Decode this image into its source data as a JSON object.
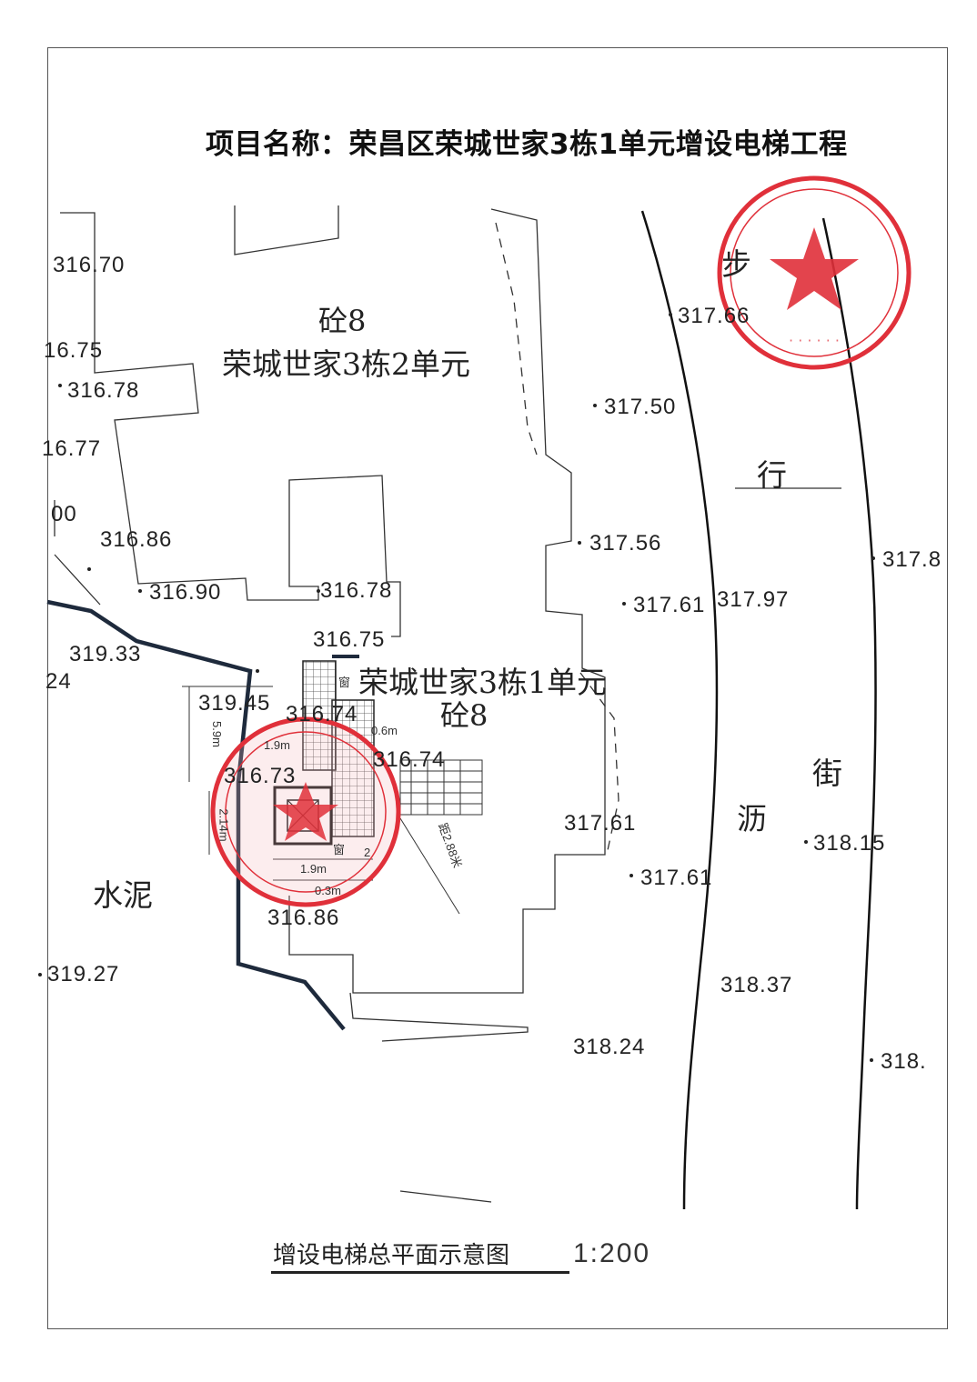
{
  "title": "项目名称：荣昌区荣城世家3栋1单元增设电梯工程",
  "caption": "增设电梯总平面示意图",
  "scale": "1:200",
  "buildings": {
    "unit2_material": "砼8",
    "unit2_name": "荣城世家3栋2单元",
    "unit1_name": "荣城世家3栋1单元",
    "unit1_material": "砼8"
  },
  "areas": {
    "cement": "水泥",
    "street_chars": [
      "步",
      "行",
      "街"
    ],
    "asphalt": "沥"
  },
  "elevations": [
    "316.70",
    "16.75",
    "316.78",
    "16.77",
    "00",
    "316.86",
    "316.90",
    "316.78",
    "319.33",
    "24",
    "316.75",
    "319.45",
    "316.74",
    "316.73",
    "316.74",
    "316.86",
    "319.27",
    "317.66",
    "317.50",
    "317.56",
    "317.61",
    "317.97",
    "317.61",
    "317.61",
    "318.37",
    "318.24",
    "317.8",
    "318.15",
    "318."
  ],
  "dimensions": {
    "d_5_9": "5.9m",
    "d_2_14": "2.14m",
    "d_1_9a": "1.9m",
    "d_1_9b": "1.9m",
    "d_0_3": "0.3m",
    "d_2": "2",
    "d_0_6": "0.6m",
    "d_2_88": "距2.88米",
    "window_a": "窗",
    "window_b": "窗"
  },
  "colors": {
    "line": "#222222",
    "seal": "#e0303a",
    "seal_fill": "#f2b8bc",
    "boundary": "#1e2a3c"
  }
}
